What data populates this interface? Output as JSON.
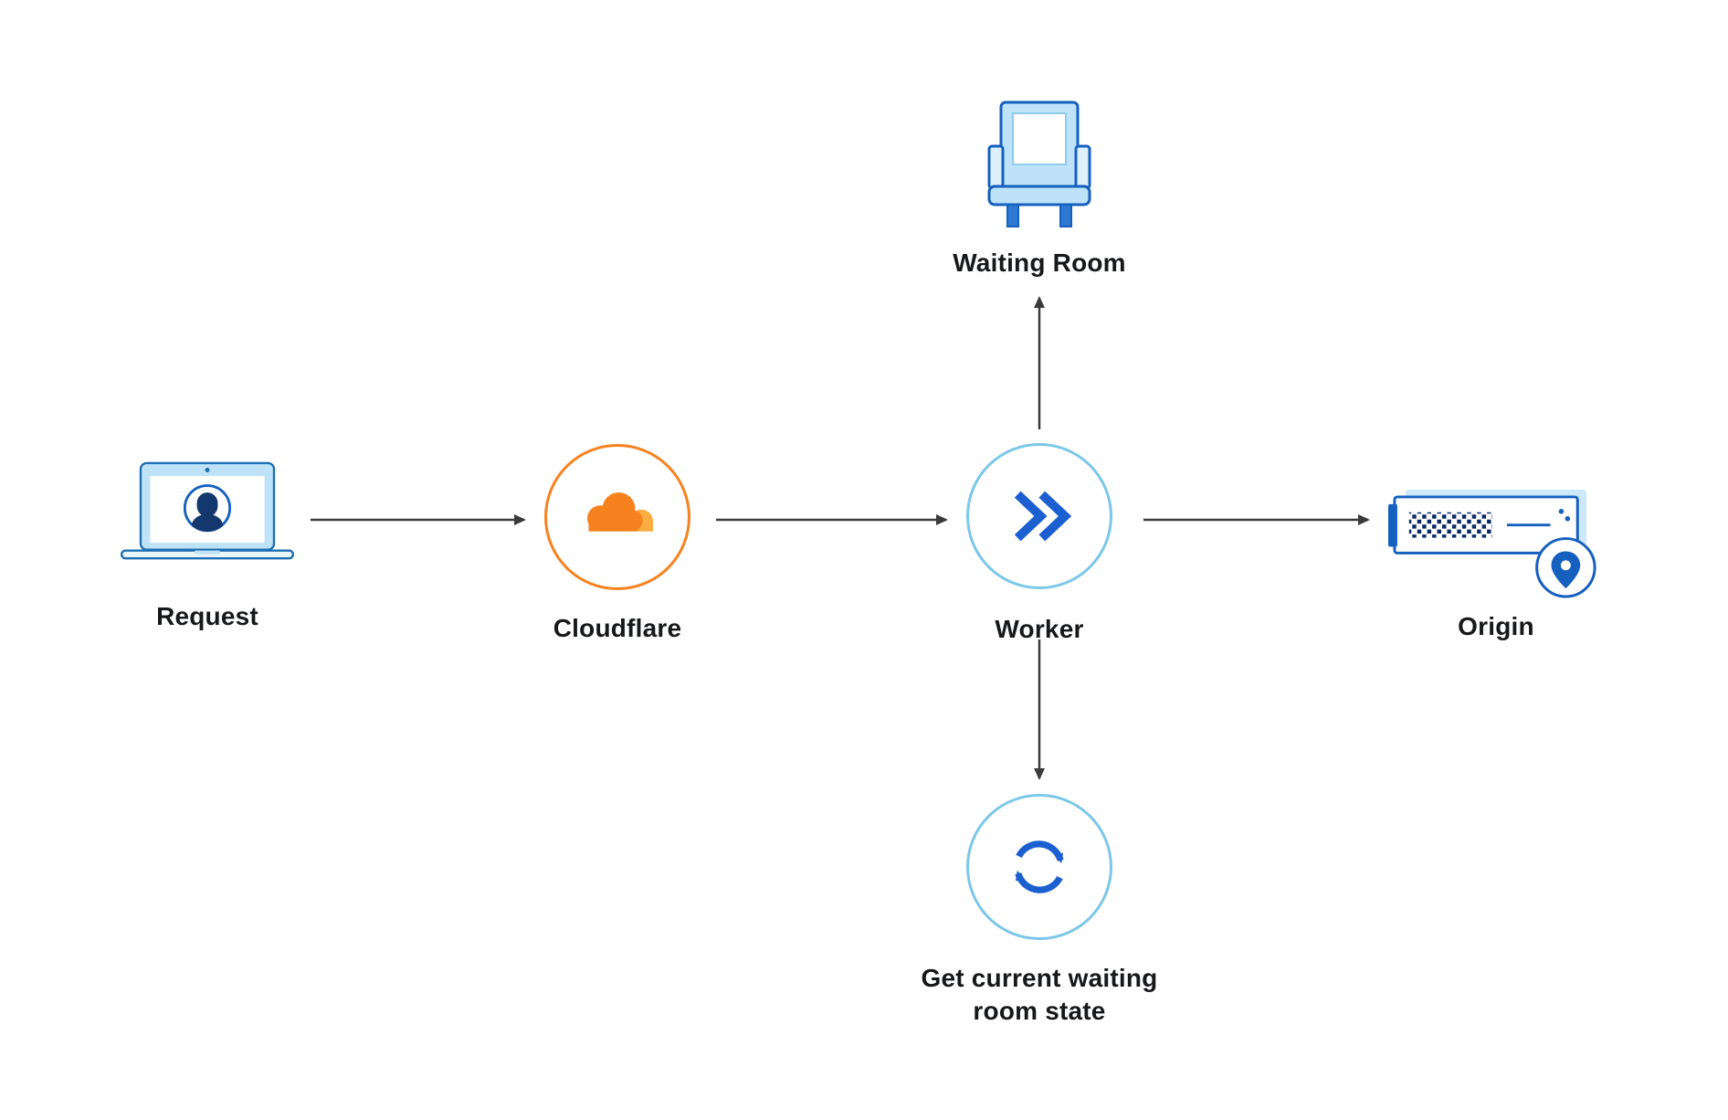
{
  "title": "Cloudflare Waiting Room flow diagram",
  "nodes": {
    "request": {
      "label": "Request",
      "icon": "laptop-user-icon"
    },
    "cloudflare": {
      "label": "Cloudflare",
      "icon": "cloudflare-logo-icon"
    },
    "worker": {
      "label": "Worker",
      "icon": "worker-chevrons-icon"
    },
    "waiting_room": {
      "label": "Waiting Room",
      "icon": "armchair-icon"
    },
    "get_state": {
      "label": "Get current waiting room state",
      "icon": "refresh-cycle-icon"
    },
    "origin": {
      "label": "Origin",
      "icon": "server-location-icon"
    }
  },
  "arrows": [
    {
      "from": "request",
      "to": "cloudflare"
    },
    {
      "from": "cloudflare",
      "to": "worker"
    },
    {
      "from": "worker",
      "to": "origin"
    },
    {
      "from": "worker",
      "to": "waiting_room"
    },
    {
      "from": "worker",
      "to": "get_state"
    }
  ],
  "colors": {
    "background": "#ffffff",
    "arrow": "#3b3b3b",
    "orange": "#F6821F",
    "orange_light": "#FBAD41",
    "blue": "#1B5FD0",
    "blue_medium": "#1560BF",
    "navy": "#0B2A66",
    "light_blue": "#BEE3F8",
    "circle_border_teal": "#7CC7E8",
    "label": "#17181a"
  }
}
